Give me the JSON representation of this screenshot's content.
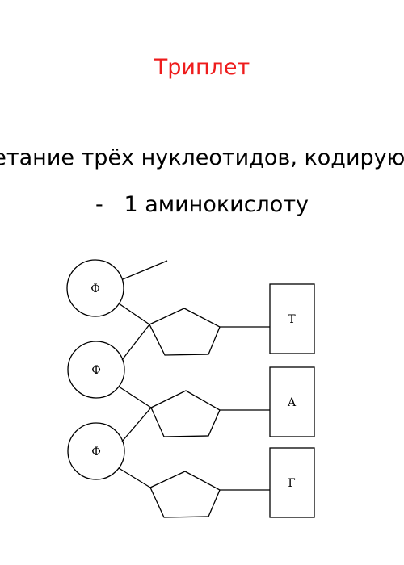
{
  "slide": {
    "title": "Триплет",
    "description_line1": "Сочетание трёх нуклеотидов, кодирующее",
    "description_line2": "-   1 аминокислоту",
    "title_color": "#ee1c1c"
  },
  "diagram": {
    "phosphate_label": "Ф",
    "bases": [
      "Т",
      "А",
      "Г"
    ]
  }
}
